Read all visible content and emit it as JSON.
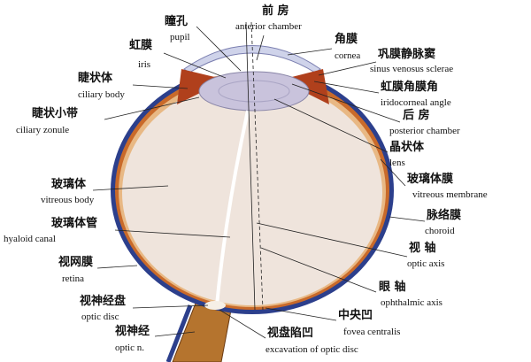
{
  "colors": {
    "sclera": "#2c3f8c",
    "choroid": "#c96a2a",
    "retina": "#e8b884",
    "vitreous": "#efe4dc",
    "lens": "#c9c3dc",
    "cornea": "#cfd3ea",
    "nerve": "#b5742e"
  },
  "labels": [
    {
      "id": "pupil",
      "zh": "瞳孔",
      "en": "pupil"
    },
    {
      "id": "anterior-chamber",
      "zh": "前 房",
      "en": "anterior chamber"
    },
    {
      "id": "iris",
      "zh": "虹膜",
      "en": "iris"
    },
    {
      "id": "cornea",
      "zh": "角膜",
      "en": "cornea"
    },
    {
      "id": "sinus-venosus-sclerae",
      "zh": "巩膜静脉窦",
      "en": "sinus venosus sclerae"
    },
    {
      "id": "ciliary-body",
      "zh": "睫状体",
      "en": "ciliary body"
    },
    {
      "id": "iridocorneal-angle",
      "zh": "虹膜角膜角",
      "en": "iridocorneal angle"
    },
    {
      "id": "ciliary-zonule",
      "zh": "睫状小带",
      "en": "ciliary zonule"
    },
    {
      "id": "posterior-chamber",
      "zh": "后 房",
      "en": "posterior chamber"
    },
    {
      "id": "lens",
      "zh": "晶状体",
      "en": "lens"
    },
    {
      "id": "vitreous-body",
      "zh": "玻璃体",
      "en": "vitreous body"
    },
    {
      "id": "vitreous-membrane",
      "zh": "玻璃体膜",
      "en": "vitreous membrane"
    },
    {
      "id": "choroid",
      "zh": "脉络膜",
      "en": "choroid"
    },
    {
      "id": "hyaloid-canal",
      "zh": "玻璃体管",
      "en": "hyaloid canal"
    },
    {
      "id": "optic-axis",
      "zh": "视 轴",
      "en": "optic axis"
    },
    {
      "id": "retina",
      "zh": "视网膜",
      "en": "retina"
    },
    {
      "id": "ophthalmic-axis",
      "zh": "眼 轴",
      "en": "ophthalmic axis"
    },
    {
      "id": "optic-disc",
      "zh": "视神经盘",
      "en": "optic disc"
    },
    {
      "id": "fovea-centralis",
      "zh": "中央凹",
      "en": "fovea centralis"
    },
    {
      "id": "optic-nerve",
      "zh": "视神经",
      "en": "optic n."
    },
    {
      "id": "excavation-of-optic-disc",
      "zh": "视盘陷凹",
      "en": "excavation of optic disc"
    }
  ]
}
